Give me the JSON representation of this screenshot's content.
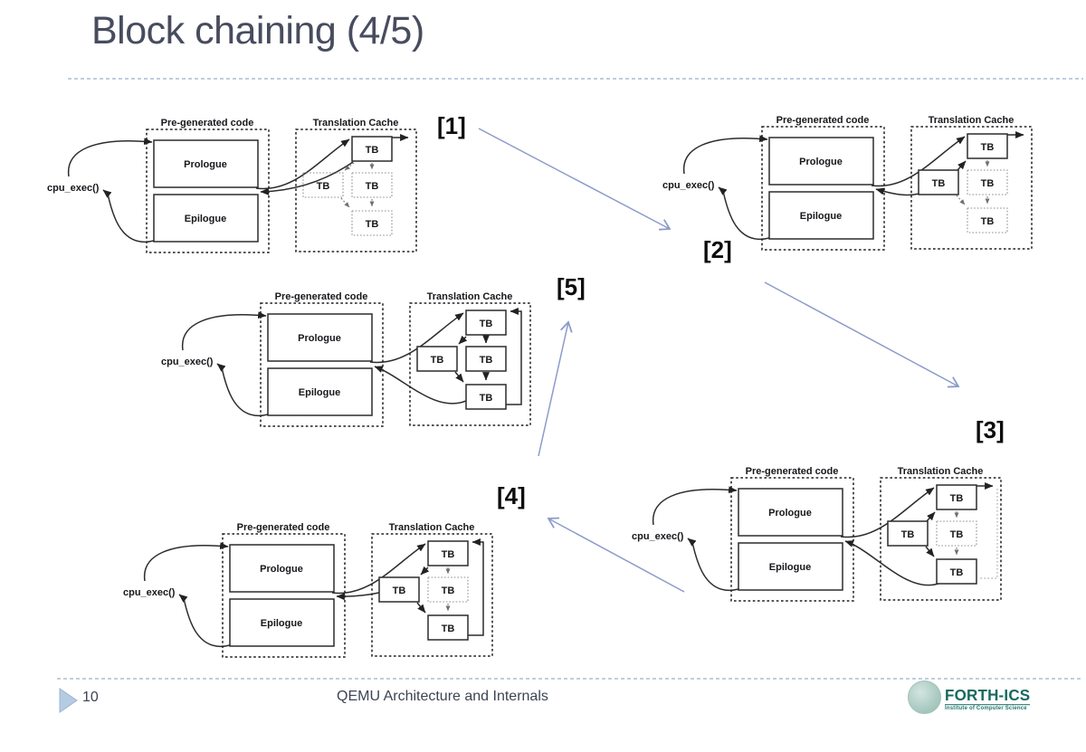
{
  "title": "Block chaining (4/5)",
  "labels": {
    "pre_generated_code": "Pre-generated code",
    "translation_cache": "Translation Cache",
    "cpu_exec": "cpu_exec()",
    "prologue": "Prologue",
    "epilogue": "Epilogue",
    "tb": "TB"
  },
  "steps": [
    {
      "label": "[1]",
      "tb_top": "solid",
      "tb_left": "dotted",
      "tb_middle": "dotted",
      "tb_bottom": "dotted",
      "right_loop": "none"
    },
    {
      "label": "[2]",
      "tb_top": "solid",
      "tb_left": "solid",
      "tb_middle": "dotted",
      "tb_bottom": "dotted",
      "right_loop": "none"
    },
    {
      "label": "[3]",
      "tb_top": "solid",
      "tb_left": "solid",
      "tb_middle": "dotted",
      "tb_bottom": "solid",
      "right_loop": "dotted"
    },
    {
      "label": "[4]",
      "tb_top": "solid",
      "tb_left": "solid",
      "tb_middle": "dotted",
      "tb_bottom": "solid",
      "right_loop": "solid"
    },
    {
      "label": "[5]",
      "tb_top": "solid",
      "tb_left": "solid",
      "tb_middle": "solid",
      "tb_bottom": "solid",
      "right_loop": "solid"
    }
  ],
  "footer": {
    "page_number": "10",
    "deck_title": "QEMU Architecture and Internals",
    "logo": {
      "name": "FORTH-ICS",
      "subtitle": "Institute of Computer Science"
    }
  },
  "colors": {
    "title_text": "#474c5e",
    "step_arrow_blue": "#8c9bca",
    "dashed_rule_blue": "#b5c8dc",
    "diagram_ink": "#2c2c2c",
    "logo_teal": "#176a5f",
    "footer_marker_fill": "#b5cbe2"
  }
}
